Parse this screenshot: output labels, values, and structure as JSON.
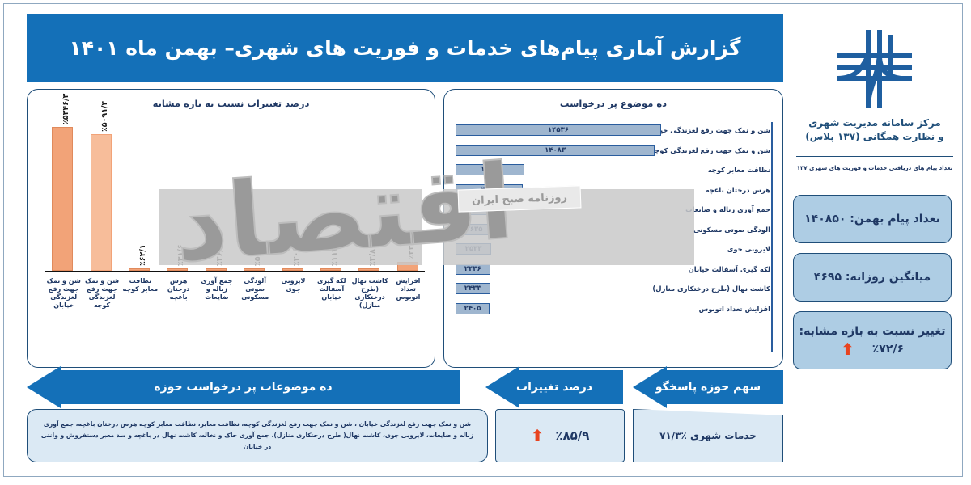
{
  "header": {
    "title": "گزارش آماری پیام‌های خدمات و فوریت های شهری– بهمن ماه ۱۴۰۱",
    "bg_color": "#1470b8"
  },
  "sidebar": {
    "logo_icon": "interchange-roads-logo-icon",
    "org_name_line1": "مرکز سامانه مدیریت شهری",
    "org_name_line2": "و نظارت همگانی (۱۳۷ پلاس)",
    "caption": "تعداد پیام های دریافتی خدمات و فوریت های شهری ۱۳۷",
    "stats": [
      {
        "name": "message-count",
        "label": "تعداد پیام بهمن: ۱۴۰۸۵۰"
      },
      {
        "name": "daily-average",
        "label": "میانگین روزانه: ۴۶۹۵"
      },
      {
        "name": "change-vs-same-period",
        "label": "تغییر نسبت به بازه مشابه:",
        "value": "٪۷۲/۶",
        "trend": "up",
        "trend_color": "#e8431f"
      }
    ]
  },
  "left_panel": {
    "title": "درصد تغییرات نسبت به بازه مشابه"
  },
  "right_panel": {
    "title": "ده موضوع پر درخواست"
  },
  "watermarks": {
    "script_big": "اقتصاد",
    "ribbon": "روزنامه صبح ایران"
  },
  "bottom": {
    "arrows": [
      {
        "name": "arrow-ten-topics",
        "label": "ده موضوعات پر درخواست حوزه"
      },
      {
        "name": "arrow-percent-change",
        "label": "درصد تغییرات"
      },
      {
        "name": "arrow-responder-share",
        "label": "سهم حوزه  پاسخگو"
      }
    ],
    "topics_detail": "شن و نمک جهت رفع لغزندگی خیابان ، شن و نمک جهت رفع لغزندگی کوچه، نظافت معابر، نظافت معابر  کوچه هرس درختان باغچه، جمع آوری زباله و ضایعات، لایروبی جوی، کاشت نهال( طرح درختکاری منازل)، جمع آوری خاک و نخاله، کاشت نهال در باغچه و سد معبر دستفروش و وانتی در خیابان",
    "percent_change": {
      "value": "٪۸۵/۹",
      "trend": "up",
      "trend_color": "#e8431f"
    },
    "responder_share": "خدمات شهری  ٪۷۱/۳"
  },
  "chart_data": [
    {
      "type": "bar",
      "name": "percent-change-vertical-chart",
      "title": "درصد تغییرات نسبت به بازه مشابه",
      "orientation": "vertical",
      "xlabel": "",
      "ylabel": "",
      "categories": [
        "شن و نمک جهت رفع لغزندگی خیابان",
        "شن و نمک جهت رفع لغزندگی کوچه",
        "نظافت معابر کوچه",
        "هرس درختان باغچه",
        "جمع آوری زباله و ضایعات",
        "آلودگی صوتی مسکونی",
        "لایروبی جوی",
        "لکه گیری آسفالت خیابان",
        "کاشت نهال (طرح درختکاری منازل)",
        "افزایش تعداد اتوبوس"
      ],
      "values": [
        5346.3,
        5091.4,
        62.1,
        31.6,
        -36.2,
        -50.9,
        20.9,
        117.7,
        3.8,
        337.3
      ],
      "value_labels": [
        "٪۵۳۴۶/۳",
        "٪۵۰۹۱/۴",
        "٪۶۲/۱",
        "٪۳۱/۶",
        "٪۳۶/۲-",
        "٪۵۰/۹-",
        "٪۲۰/۹",
        "٪۱۱۷/۷",
        "٪۳/۸",
        "٪۳۳۷/۳"
      ],
      "ylim": [
        -200,
        5600
      ],
      "grid": false,
      "bar_color": "#f2a378"
    },
    {
      "type": "bar",
      "name": "top-ten-topics-horizontal-chart",
      "title": "ده موضوع پر درخواست",
      "orientation": "horizontal",
      "xlabel": "",
      "ylabel": "",
      "categories": [
        "شن و نمک جهت رفع لغزندگی خیابان",
        "شن و نمک جهت رفع لغزندگی کوچه",
        "نظافت معابر کوچه",
        "هرس درختان باغچه",
        "جمع آوری زباله و ضایعات",
        "آلودگی صوتی مسکونی",
        "لایروبی جوی",
        "لکه گیری آسفالت خیابان",
        "کاشت نهال (طرح درختکاری منازل)",
        "افزایش تعداد اتوبوس"
      ],
      "values": [
        14536,
        14083,
        4877,
        4763,
        3377,
        2635,
        2533,
        2436,
        2433,
        2405
      ],
      "value_labels": [
        "۱۴۵۳۶",
        "۱۴۰۸۳",
        "۴۸۷۷",
        "۴۷۶۳",
        "۳۳۷۷",
        "۲۶۳۵",
        "۲۵۳۳",
        "۲۴۳۶",
        "۲۴۳۳",
        "۲۴۰۵"
      ],
      "xlim": [
        0,
        15000
      ],
      "grid": false,
      "bar_color": "#9fb6cf"
    }
  ]
}
